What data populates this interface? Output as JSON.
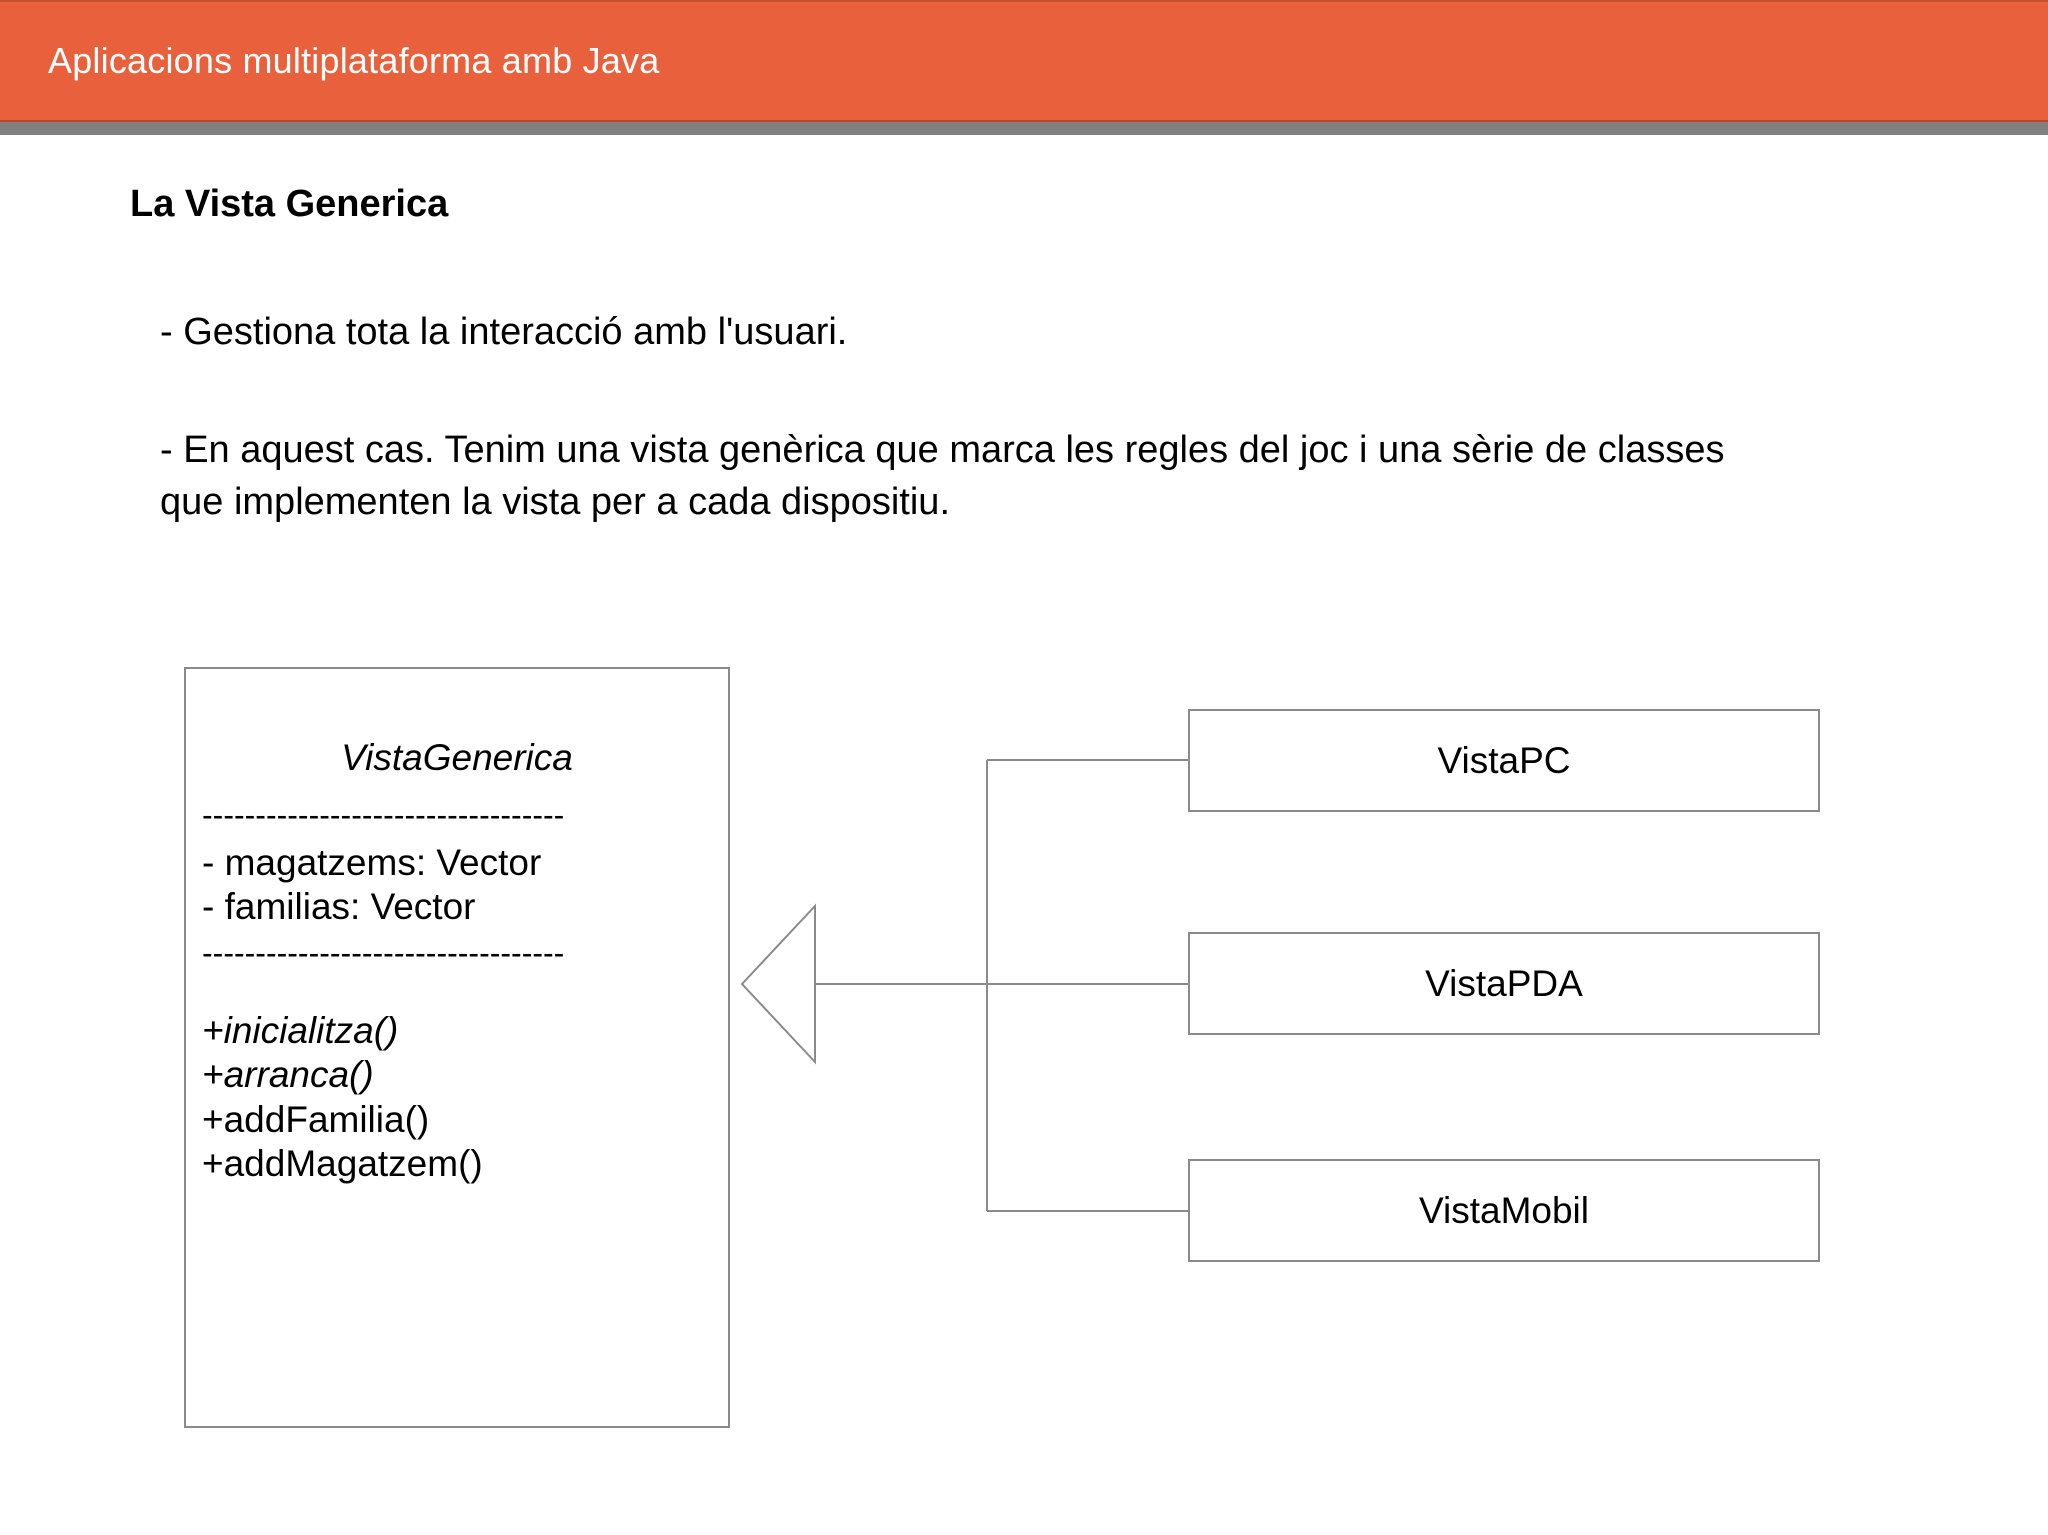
{
  "header": {
    "title": "Aplicacions multiplataforma amb Java",
    "bar_color": "#E8603C",
    "rule_color": "#808080",
    "title_color": "#FFFFFF"
  },
  "slide": {
    "heading": "La Vista Generica",
    "paragraphs": [
      "- Gestiona tota la interacció amb l'usuari.",
      "- En aquest cas. Tenim una vista genèrica que marca les regles del joc i una sèrie de classes que implementen la vista per a cada dispositiu."
    ]
  },
  "diagram": {
    "type": "uml-class-diagram",
    "relationship": "generalization",
    "arrow_icon": "hollow-triangle-icon",
    "main_class": {
      "name": "VistaGenerica",
      "is_abstract": true,
      "divider": "----------------------------------",
      "attributes": [
        {
          "text": "- magatzems: Vector",
          "abstract": false
        },
        {
          "text": "- familias: Vector",
          "abstract": false
        }
      ],
      "methods": [
        {
          "text": "+inicialitza()",
          "abstract": true
        },
        {
          "text": "+arranca()",
          "abstract": true
        },
        {
          "text": "+addFamilia()",
          "abstract": false
        },
        {
          "text": "+addMagatzem()",
          "abstract": false
        }
      ]
    },
    "subclasses": [
      {
        "name": "VistaPC"
      },
      {
        "name": "VistaPDA"
      },
      {
        "name": "VistaMobil"
      }
    ],
    "line_color": "#8a8a8a"
  }
}
